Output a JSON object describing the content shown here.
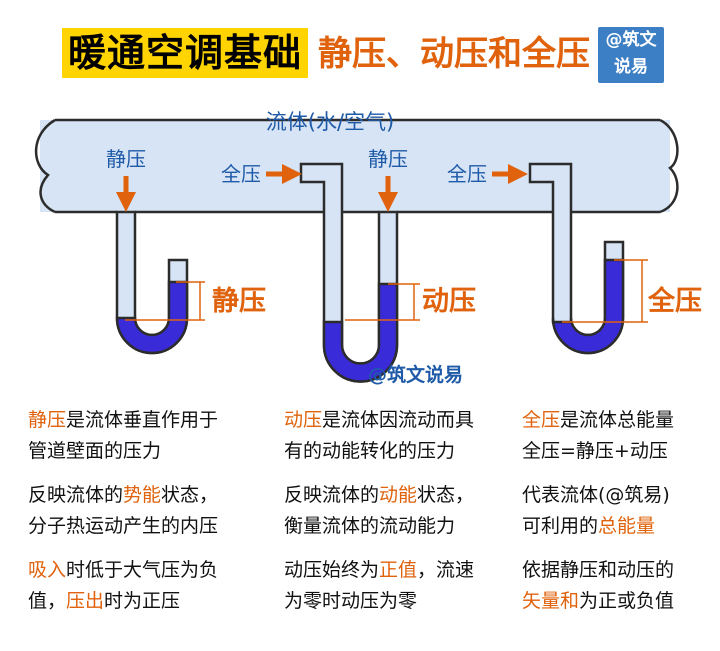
{
  "title": {
    "main": "暖通空调基础",
    "sub": "静压、动压和全压"
  },
  "badge": {
    "line1": "@筑文",
    "line2": "说易"
  },
  "diagram": {
    "pipe_label": "流体(水/空气)",
    "static_label": "静压",
    "total_label": "全压",
    "result_static": "静压",
    "result_dynamic": "动压",
    "result_total": "全压",
    "watermark": "@筑文说易"
  },
  "colors": {
    "accent": "#e0620c",
    "liquid": "#3a2bd8",
    "pipe_fill": "#d6e4f5",
    "pipe_stroke": "#2c2c2c",
    "badge": "#3d7fc4",
    "title_bg": "#ffd400"
  },
  "col1": {
    "p1": {
      "a": "静压",
      "b": "是流体垂直作用于",
      "c": "管道壁面的压力"
    },
    "p2": {
      "a": "反映流体的",
      "b": "势能",
      "c": "状态，",
      "d": "分子热运动产生的内压"
    },
    "p3": {
      "a": "吸入",
      "b": "时低于大气压为负",
      "c": "值，",
      "d": "压出",
      "e": "时为正压"
    }
  },
  "col2": {
    "p1": {
      "a": "动压",
      "b": "是流体因流动而具",
      "c": "有的动能转化的压力"
    },
    "p2": {
      "a": "反映流体的",
      "b": "动能",
      "c": "状态，",
      "d": "衡量流体的流动能力"
    },
    "p3": {
      "a": "动压始终为",
      "b": "正值",
      "c": "，流速",
      "d": "为零时动压为零"
    }
  },
  "col3": {
    "p1": {
      "a": "全压",
      "b": "是流体总能量",
      "c": "全压=静压+动压"
    },
    "p2": {
      "a": "代表流体(@筑易)",
      "b": "可利用的",
      "c": "总能量"
    },
    "p3": {
      "a": "依据静压和动压的",
      "b": "矢量和",
      "c": "为正或负值"
    }
  }
}
